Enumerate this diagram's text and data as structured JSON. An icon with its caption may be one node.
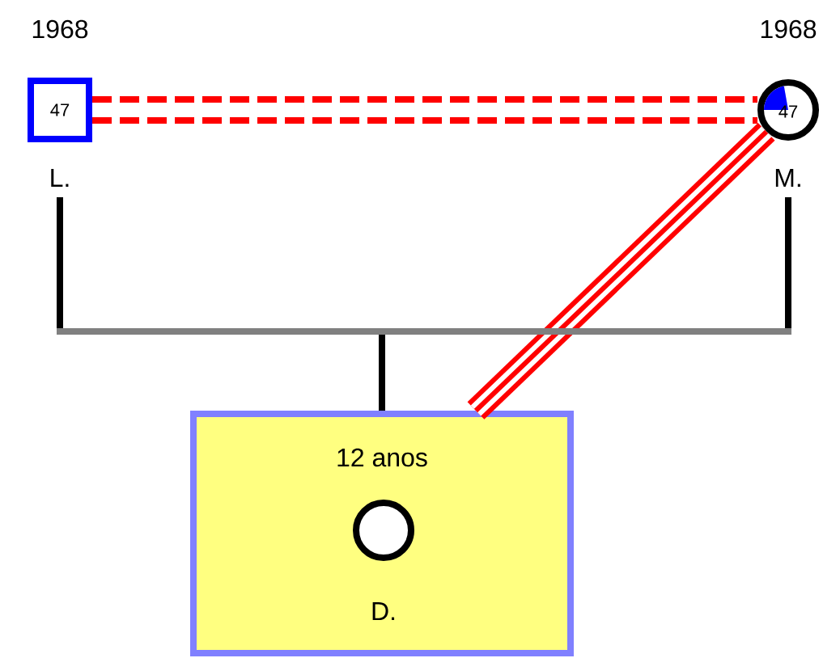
{
  "diagram": {
    "nodes": [
      {
        "text": [
          "47"
        ],
        "beside": [
          "1968",
          "L."
        ]
      },
      {
        "text": [
          "47"
        ],
        "beside": [
          "1968",
          "M."
        ]
      },
      {
        "text": [
          "12 anos"
        ]
      },
      {
        "text": [],
        "shape": "circle",
        "beside": [
          "D."
        ],
        "in": 2
      }
    ],
    "edges": [
      {
        "from": 0,
        "to": 1,
        "arrow": "none",
        "style": "dashed",
        "color": "#ff0000"
      },
      {
        "from": 1,
        "to": 2,
        "arrow": "none",
        "style": "thick",
        "color": "#ff0000"
      },
      {
        "from": 0,
        "to": 2,
        "arrow": "none",
        "color": "#000000"
      },
      {
        "from": 1,
        "to": 2,
        "arrow": "none",
        "color": "#000000"
      }
    ]
  }
}
